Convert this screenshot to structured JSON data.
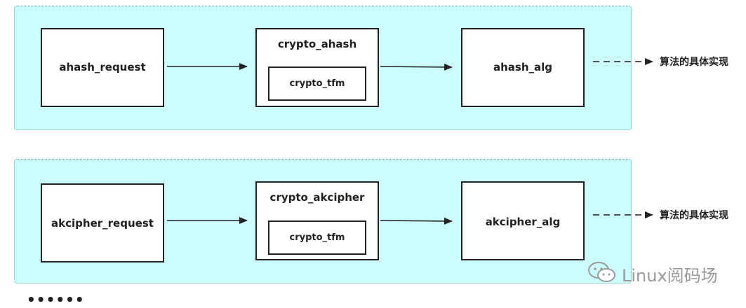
{
  "rows": [
    {
      "request": "ahash_request",
      "transform": "crypto_ahash",
      "inner": "crypto_tfm",
      "alg": "ahash_alg",
      "note": "算法的具体实现"
    },
    {
      "request": "akcipher_request",
      "transform": "crypto_akcipher",
      "inner": "crypto_tfm",
      "alg": "akcipher_alg",
      "note": "算法的具体实现"
    }
  ],
  "ellipsis": "••••••",
  "watermark": {
    "text": "Linux阅码场",
    "icon": "wechat-icon"
  },
  "colors": {
    "panel_fill": "#ccfdfd",
    "stroke": "#222222"
  }
}
